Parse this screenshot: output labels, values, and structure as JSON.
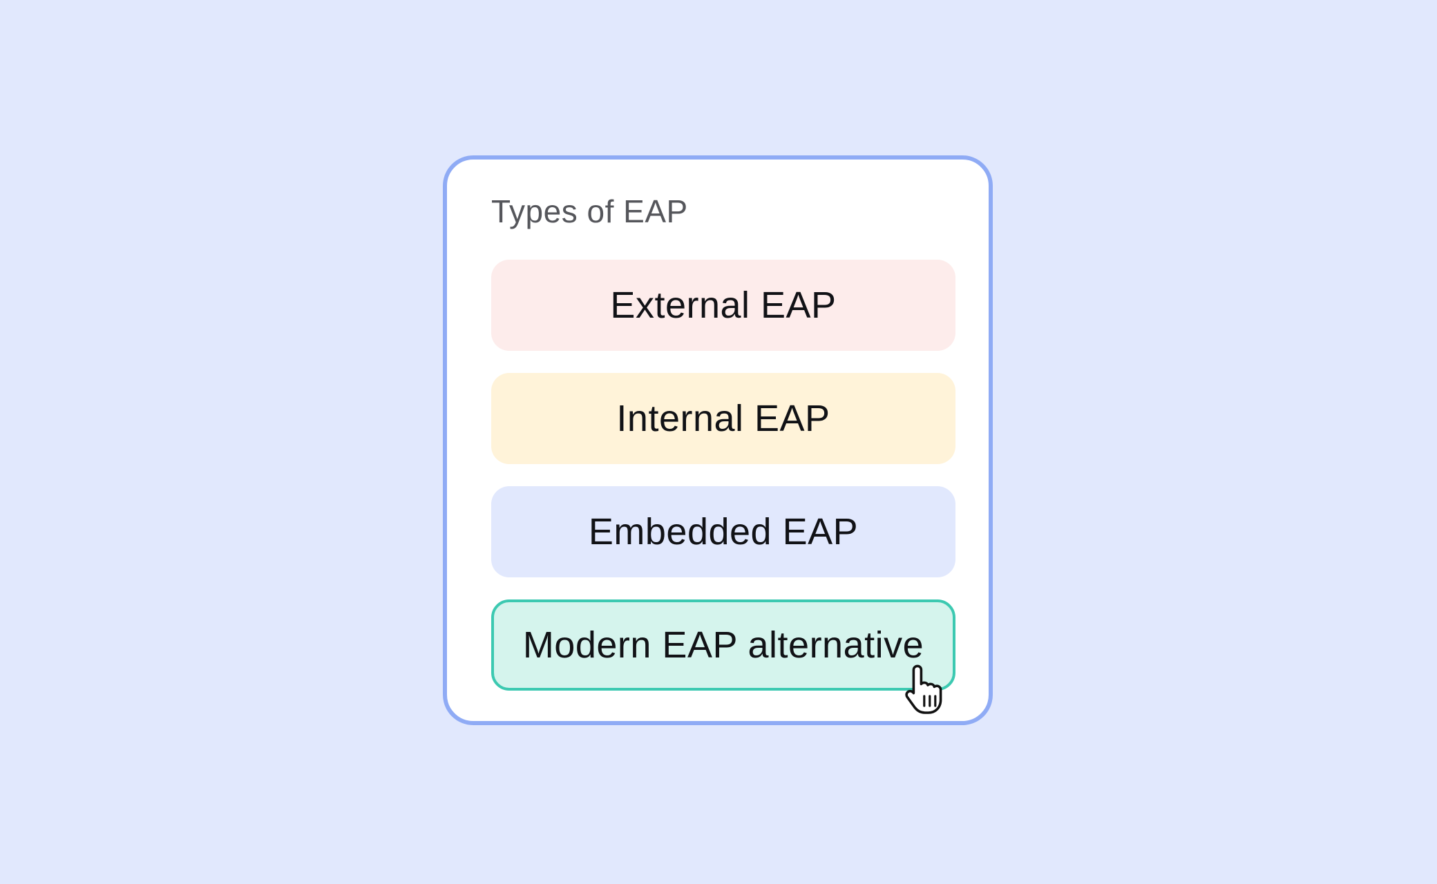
{
  "card": {
    "title": "Types of EAP"
  },
  "options": [
    {
      "label": "External EAP",
      "color": "#fdeceb"
    },
    {
      "label": "Internal EAP",
      "color": "#fff3d9"
    },
    {
      "label": "Embedded EAP",
      "color": "#e1e8fd"
    },
    {
      "label": "Modern EAP alternative",
      "color": "#d5f4ed",
      "border_color": "#3cc9b1",
      "selected": true
    }
  ],
  "colors": {
    "background": "#e1e8fd",
    "card_border": "#8fabf5",
    "title_text": "#55565b"
  },
  "icons": {
    "cursor": "hand-pointer-icon"
  }
}
